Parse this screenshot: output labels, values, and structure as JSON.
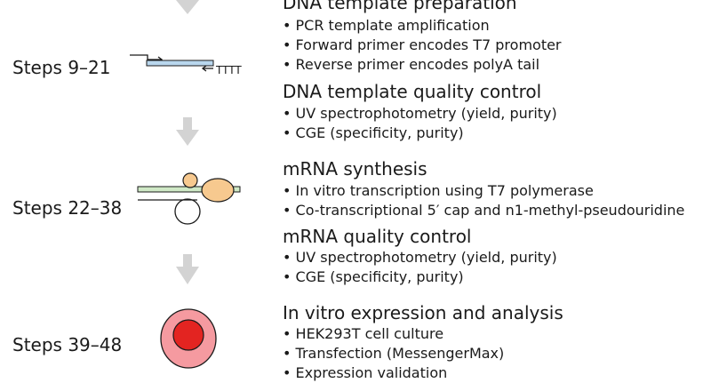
{
  "steps": [
    {
      "label": "Steps 9–21"
    },
    {
      "label": "Steps 22–38"
    },
    {
      "label": "Steps 39–48"
    }
  ],
  "sections": [
    {
      "title": "DNA template preparation",
      "bullets": [
        "PCR template amplification",
        "Forward primer encodes T7 promoter",
        "Reverse primer encodes polyA tail"
      ]
    },
    {
      "title": "DNA template quality control",
      "bullets": [
        "UV spectrophotometry (yield, purity)",
        "CGE (specificity, purity)"
      ]
    },
    {
      "title": "mRNA synthesis",
      "bullets": [
        "In vitro transcription using T7 polymerase",
        "Co-transcriptional 5′ cap and n1-methyl-pseudouridine"
      ]
    },
    {
      "title": "mRNA quality control",
      "bullets": [
        "UV spectrophotometry (yield, purity)",
        "CGE (specificity, purity)"
      ]
    },
    {
      "title": "In vitro expression and analysis",
      "bullets": [
        "HEK293T cell culture",
        "Transfection (MessengerMax)",
        "Expression validation"
      ]
    }
  ],
  "illustrations": {
    "polyA_label": "TTTT"
  },
  "colors": {
    "arrow": "#d3d3d3",
    "dna_strand": "#b9d7ee",
    "mrna_strand": "#cfe9c6",
    "polymerase": "#f7c98f",
    "cell_outer": "#f59aa0",
    "cell_nucleus": "#e32421"
  }
}
